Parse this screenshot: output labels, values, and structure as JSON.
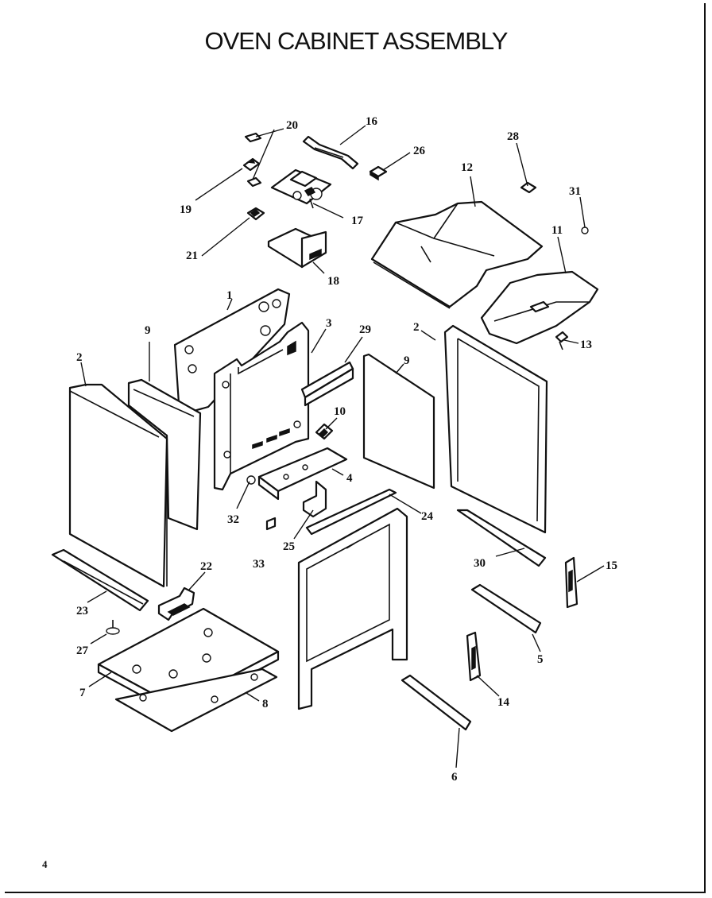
{
  "title": "OVEN CABINET ASSEMBLY",
  "page_number": "4",
  "callouts": [
    "1",
    "2",
    "2",
    "3",
    "4",
    "5",
    "6",
    "7",
    "8",
    "9",
    "9",
    "10",
    "11",
    "12",
    "13",
    "14",
    "15",
    "16",
    "17",
    "18",
    "19",
    "20",
    "21",
    "22",
    "23",
    "24",
    "25",
    "26",
    "27",
    "28",
    "29",
    "30",
    "31",
    "32",
    "33"
  ]
}
